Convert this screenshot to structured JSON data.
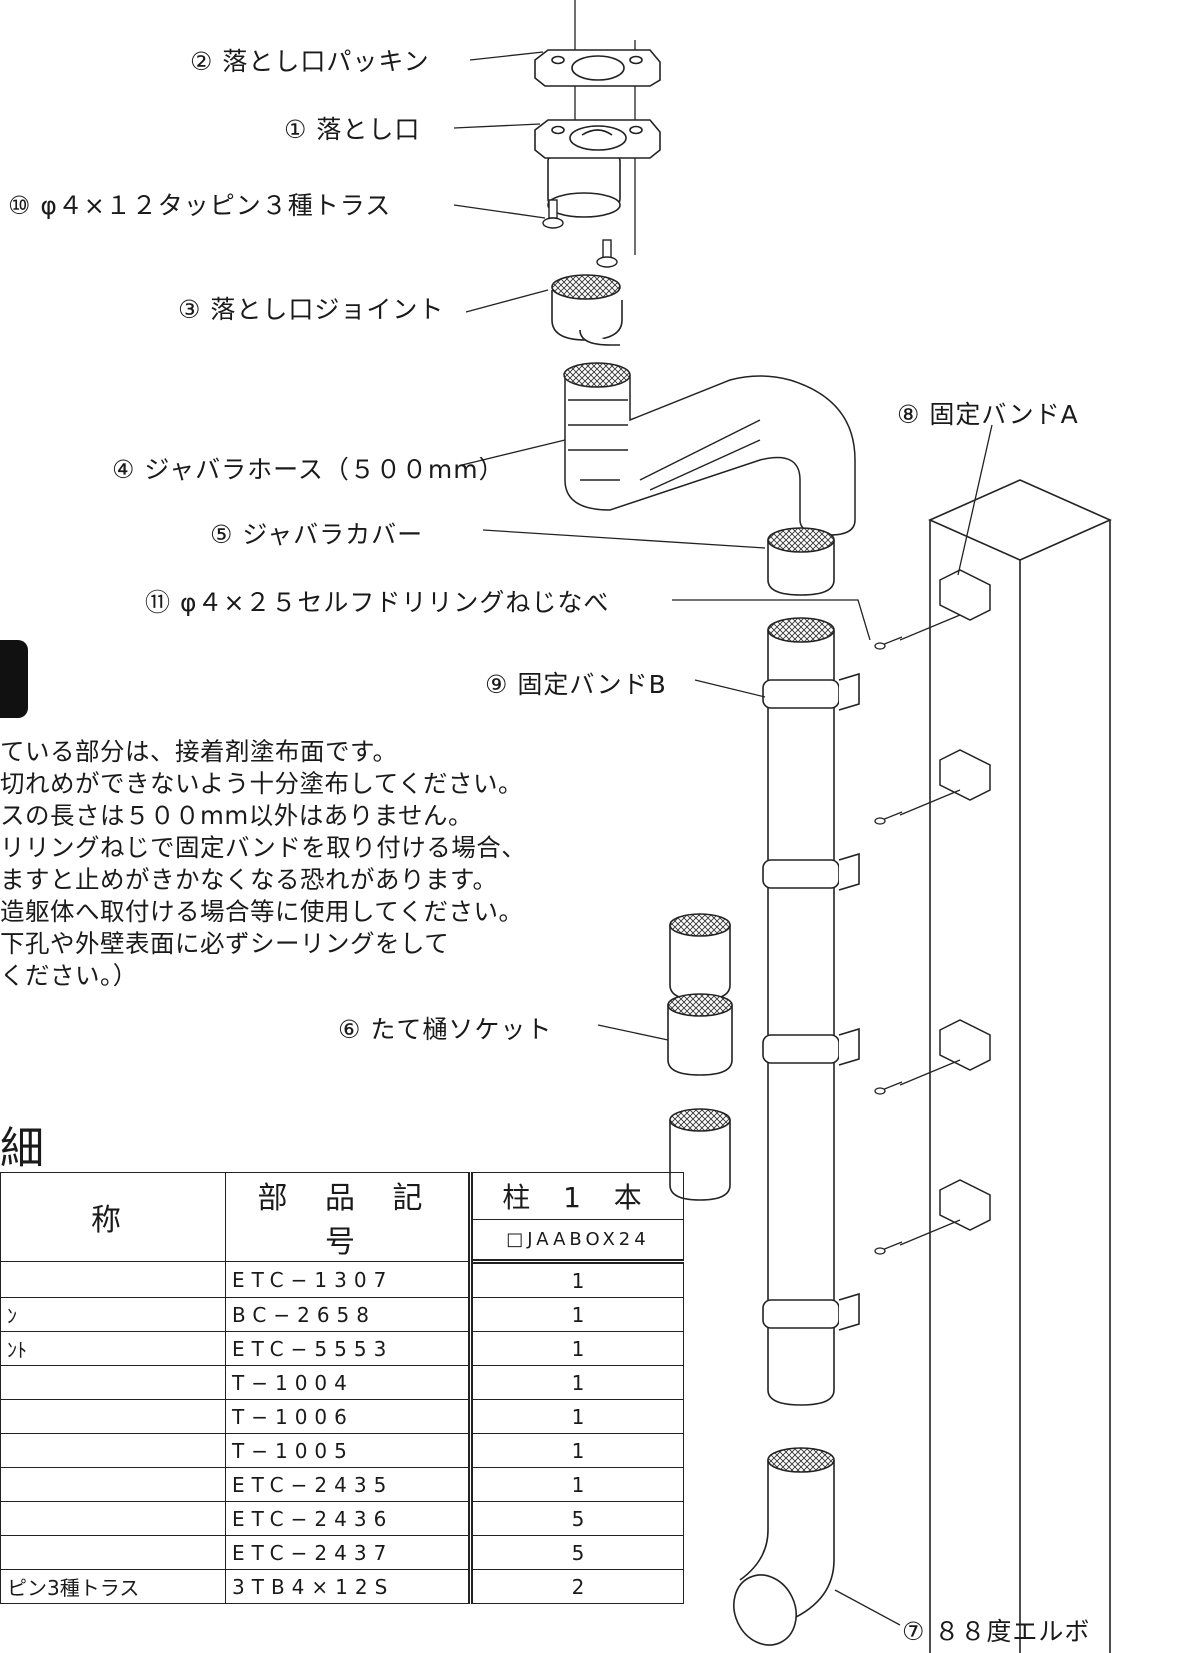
{
  "callouts": {
    "c2": "② 落とし口パッキン",
    "c1": "① 落とし口",
    "c10": "⑩ φ４×１２タッピン３種トラス",
    "c3": "③ 落とし口ジョイント",
    "c4": "④ ジャバラホース（５００mm）",
    "c8": "⑧ 固定バンドA",
    "c5": "⑤ ジャバラカバー",
    "c11": "⑪ φ４×２５セルフドリリングねじなべ",
    "c9": "⑨ 固定バンドB",
    "c6": "⑥ たて樋ソケット",
    "c7": "⑦ ８８度エルボ"
  },
  "notes": [
    "ている部分は、接着剤塗布面です。",
    "切れめができないよう十分塗布してください。",
    "スの長さは５００mm以外はありません。",
    "リリングねじで固定バンドを取り付ける場合、",
    "ますと止めがきかなくなる恐れがあります。",
    "造躯体へ取付ける場合等に使用してください。",
    "下孔や外壁表面に必ずシーリングをして",
    "ください。）"
  ],
  "section_title": "細",
  "table": {
    "header_name": "称",
    "header_code": "部 品 記 号",
    "header_count": "柱 1 本",
    "header_model": "□JAABOX24",
    "rows": [
      {
        "name": "",
        "code": "ETC−1307",
        "qty": "1"
      },
      {
        "name": "ﾝ",
        "code": "BC−2658",
        "qty": "1"
      },
      {
        "name": "ﾝﾄ",
        "code": "ETC−5553",
        "qty": "1"
      },
      {
        "name": "",
        "code": "T−1004",
        "qty": "1"
      },
      {
        "name": "",
        "code": "T−1006",
        "qty": "1"
      },
      {
        "name": "",
        "code": "T−1005",
        "qty": "1"
      },
      {
        "name": "",
        "code": "ETC−2435",
        "qty": "1"
      },
      {
        "name": "",
        "code": "ETC−2436",
        "qty": "5"
      },
      {
        "name": "",
        "code": "ETC−2437",
        "qty": "5"
      },
      {
        "name": "ピン3種トラス",
        "code": "3TB4×12S",
        "qty": "2"
      }
    ]
  }
}
